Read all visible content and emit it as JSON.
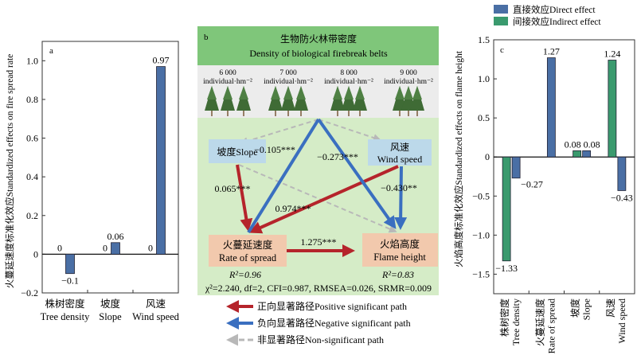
{
  "chart_data": [
    {
      "type": "bar",
      "panel": "a",
      "ylabel": "火蔓延速度标准化效应Standardized effects on fire spread rate",
      "ylim": [
        -0.2,
        1.1
      ],
      "yticks": [
        -0.2,
        0,
        0.2,
        0.4,
        0.6,
        0.8,
        1.0
      ],
      "ytick_labels": [
        "−0.2",
        "0",
        "0.2",
        "0.4",
        "0.6",
        "0.8",
        "1.0"
      ],
      "categories": [
        {
          "zh": "株树密度",
          "en": "Tree density"
        },
        {
          "zh": "坡度",
          "en": "Slope"
        },
        {
          "zh": "风速",
          "en": "Wind speed"
        }
      ],
      "series": [
        {
          "name": "Indirect effect",
          "color": "#3a9a6e",
          "values": [
            0,
            0,
            0
          ],
          "labels": [
            "0",
            "0",
            "0"
          ]
        },
        {
          "name": "Direct effect",
          "color": "#4a6fa5",
          "values": [
            -0.1,
            0.06,
            0.97
          ],
          "labels": [
            "−0.1",
            "0.06",
            "0.97"
          ]
        }
      ]
    },
    {
      "type": "bar",
      "panel": "c",
      "ylabel": "火焰高度标准化效应Standardized effects on flame height",
      "ylim": [
        -1.75,
        1.5
      ],
      "yticks": [
        -1.5,
        -1.0,
        -0.5,
        0,
        0.5,
        1.0,
        1.5
      ],
      "ytick_labels": [
        "−1.5",
        "−1.0",
        "−0.5",
        "0",
        "0.5",
        "1.0",
        "1.5"
      ],
      "categories": [
        {
          "zh": "株树密度",
          "en": "Tree density"
        },
        {
          "zh": "火蔓延速度",
          "en": "Rate of spread"
        },
        {
          "zh": "坡度",
          "en": "Slope"
        },
        {
          "zh": "风速",
          "en": "Wind speed"
        }
      ],
      "series": [
        {
          "name": "Indirect effect",
          "color": "#3a9a6e",
          "values": [
            -1.33,
            null,
            0.08,
            1.24
          ],
          "labels": [
            "−1.33",
            "",
            "0.08",
            "1.24"
          ]
        },
        {
          "name": "Direct effect",
          "color": "#4a6fa5",
          "values": [
            -0.27,
            1.27,
            0.08,
            -0.43
          ],
          "labels": [
            "−0.27",
            "1.27",
            "0.08",
            "−0.43"
          ]
        }
      ],
      "legend": {
        "placement": "top",
        "items": [
          {
            "label": "直接效应Direct effect",
            "color": "#4a6fa5"
          },
          {
            "label": "间接效应Indirect effect",
            "color": "#3a9a6e"
          }
        ]
      }
    }
  ],
  "diagram": {
    "panel": "b",
    "title_zh": "生物防火林带密度",
    "title_en": "Density of biological firebreak belts",
    "densities": [
      {
        "value": "6 000",
        "unit": "individual·hm⁻²"
      },
      {
        "value": "7 000",
        "unit": "individual·hm⁻²"
      },
      {
        "value": "8 000",
        "unit": "individual·hm⁻²"
      },
      {
        "value": "9 000",
        "unit": "individual·hm⁻²"
      }
    ],
    "nodes": {
      "slope": "坡度Slope",
      "wind_zh": "风速",
      "wind_en": "Wind speed",
      "ros_zh": "火蔓延速度",
      "ros_en": "Rate of spread",
      "flame_zh": "火焰高度",
      "flame_en": "Flame height"
    },
    "paths": {
      "density_ros": "−0.105***",
      "density_flame": "−0.273***",
      "slope_ros": "0.065***",
      "wind_ros": "0.974***",
      "wind_flame": "−0.430**",
      "ros_flame": "1.275***"
    },
    "r2_ros": "R²=0.96",
    "r2_flame": "R²=0.83",
    "fit": "χ²=2.240, df=2, CFI=0.987, RMSEA=0.026, SRMR=0.009",
    "colors": {
      "positive": "#b5242b",
      "negative": "#3a6fc0",
      "ns": "#b8b8b8"
    },
    "legend": [
      {
        "type": "positive",
        "label": "正向显著路径Positive significant path"
      },
      {
        "type": "negative",
        "label": "负向显著路径Negative significant path"
      },
      {
        "type": "ns",
        "label": "非显著路径Non-significant path"
      }
    ]
  }
}
